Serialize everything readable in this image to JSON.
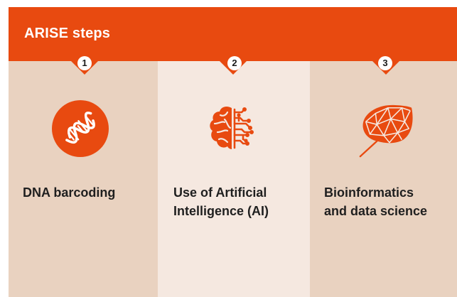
{
  "header": {
    "title": "ARISE steps"
  },
  "steps": [
    {
      "number": "1",
      "label": "DNA barcoding",
      "icon": "dna-icon"
    },
    {
      "number": "2",
      "label": "Use of Artificial Intelligence (AI)",
      "icon": "brain-circuit-icon"
    },
    {
      "number": "3",
      "label": "Bioinformatics and data science",
      "icon": "network-leaf-icon"
    }
  ],
  "colors": {
    "accent": "#e84a10",
    "column_tan": "#e9d2c0",
    "column_light": "#f5e8e0",
    "text": "#1f1f1f"
  }
}
